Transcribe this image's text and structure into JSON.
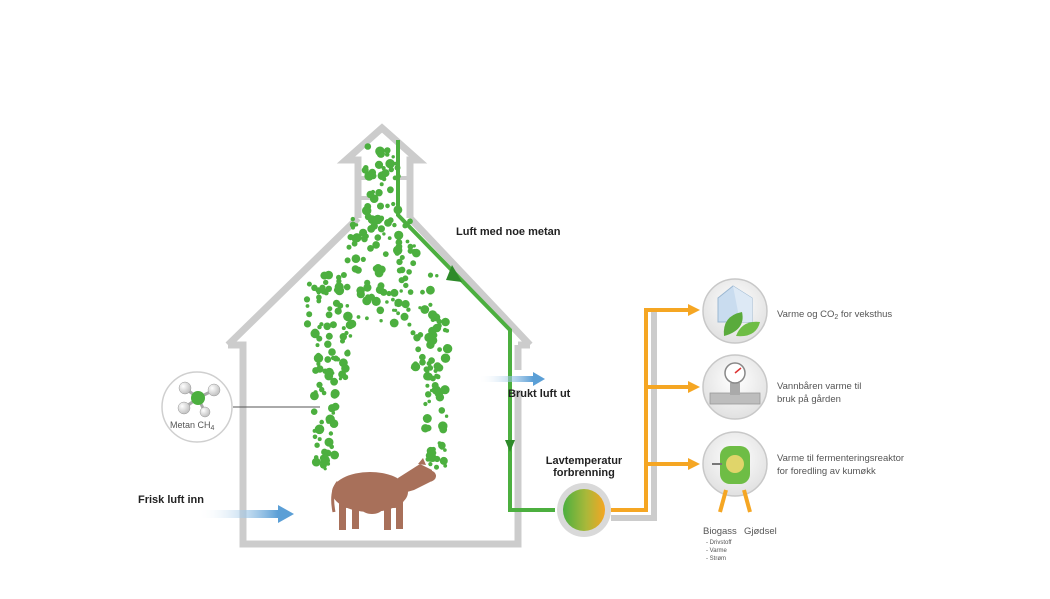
{
  "labels": {
    "air_with_methane": "Luft med noe metan",
    "used_air_out": "Brukt luft ut",
    "fresh_air_in": "Frisk luft inn",
    "combustion_line1": "Lavtemperatur",
    "combustion_line2": "forbrenning",
    "methane_prefix": "Metan CH",
    "methane_subscript": "4"
  },
  "outputs": [
    {
      "icon": "greenhouse-icon",
      "line1_prefix": "Varme og CO",
      "line1_subscript": "2",
      "line1_suffix": " for veksthus"
    },
    {
      "icon": "pressure-gauge-icon",
      "line1": "Vannbåren varme til",
      "line2": "bruk på gården"
    },
    {
      "icon": "fermentation-reactor-icon",
      "line1": "Varme til fermenteringsreaktor",
      "line2": "for foredling av kumøkk"
    }
  ],
  "byproducts": {
    "biogas": "Biogass",
    "fertilizer": "Gjødsel",
    "biogas_uses": [
      "- Drivstoff",
      "- Varme",
      "- Strøm"
    ]
  },
  "colors": {
    "wall": "#cccccc",
    "methane": "#4caf3f",
    "duct": "#4caf3f",
    "heat": "#f5a623",
    "cow": "#a8705a",
    "fresh_air": "#6fa6d4"
  }
}
